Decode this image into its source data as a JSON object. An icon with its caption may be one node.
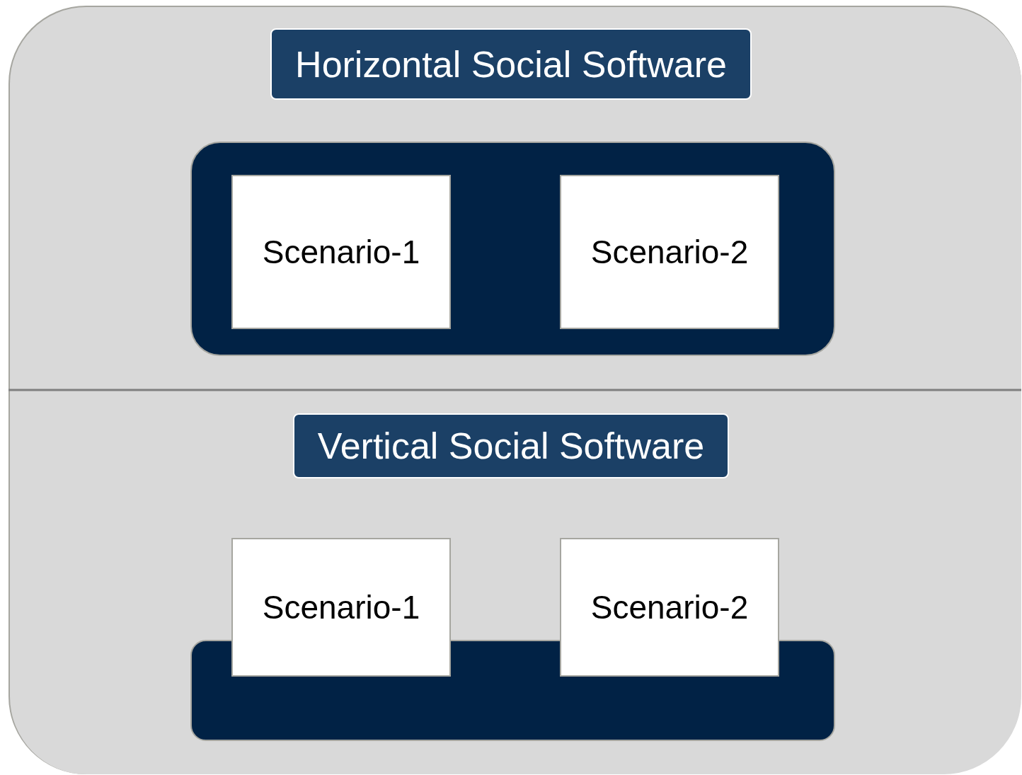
{
  "diagram": {
    "nodes": [
      {
        "text": [],
        "shape": "box"
      },
      {
        "text": [
          "Horizontal Social Software"
        ],
        "in": 0
      },
      {
        "text": [],
        "shape": "box",
        "in": 0
      },
      {
        "text": [
          "Scenario-1"
        ],
        "in": 2
      },
      {
        "text": [
          "Scenario-2"
        ],
        "in": 2
      },
      {
        "text": [
          "Vertical Social Software"
        ],
        "in": 0
      },
      {
        "text": [
          "Scenario-1"
        ],
        "in": 0
      },
      {
        "text": [
          "Scenario-2"
        ],
        "in": 0
      },
      {
        "text": [],
        "shape": "bar",
        "in": 0
      }
    ],
    "edges": []
  }
}
